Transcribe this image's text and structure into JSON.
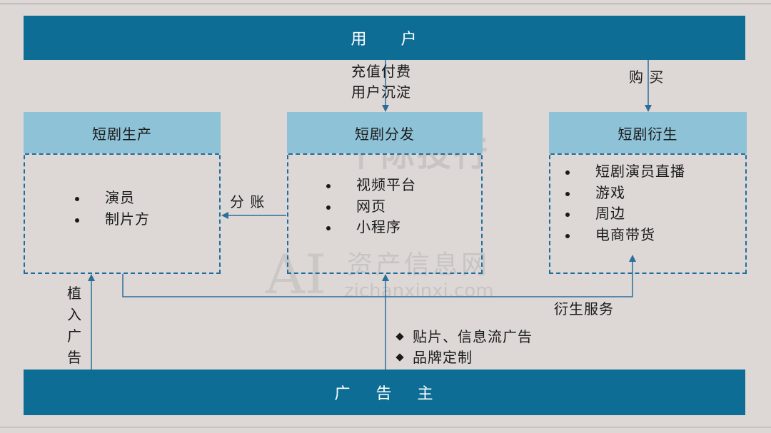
{
  "top_bar": {
    "label_part1": "用",
    "label_part2": "户"
  },
  "bottom_bar": {
    "label_part1": "广",
    "label_part2": "告",
    "label_part3": "主"
  },
  "boxes": {
    "production": {
      "title": "短剧生产",
      "items": [
        "演员",
        "制片方"
      ]
    },
    "distribution": {
      "title": "短剧分发",
      "items": [
        "视频平台",
        "网页",
        "小程序"
      ]
    },
    "derivatives": {
      "title": "短剧衍生",
      "items": [
        "短剧演员直播",
        "游戏",
        "周边",
        "电商带货"
      ]
    }
  },
  "flows": {
    "user_to_dist": [
      "充值付费",
      "用户沉淀"
    ],
    "user_to_deriv": "购 买",
    "dist_to_prod": "分 账",
    "prod_to_deriv": "衍生服务",
    "adv_to_prod": [
      "植",
      "入",
      "广",
      "告"
    ],
    "adv_to_dist": [
      "贴片、信息流广告",
      "品牌定制"
    ]
  },
  "watermark": {
    "brand": "千际投行",
    "cn": "资产信息网",
    "url": "zichanxinxi.com",
    "ai": "AI"
  }
}
